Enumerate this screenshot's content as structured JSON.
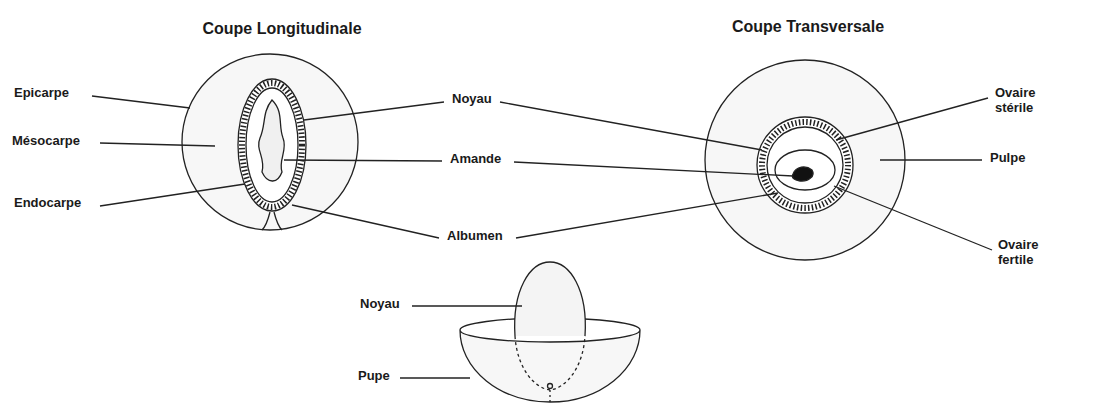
{
  "diagram": {
    "labels": [
      "Coupe Longitudinale",
      "Coupe Transversale",
      "Epicarpe",
      "Noyau",
      "Ovaire stérile",
      "Mésocarpe",
      "Amande",
      "Pulpe",
      "Endocarpe",
      "Albumen",
      "Ovaire fertile",
      "Noyau",
      "Pupe"
    ]
  }
}
